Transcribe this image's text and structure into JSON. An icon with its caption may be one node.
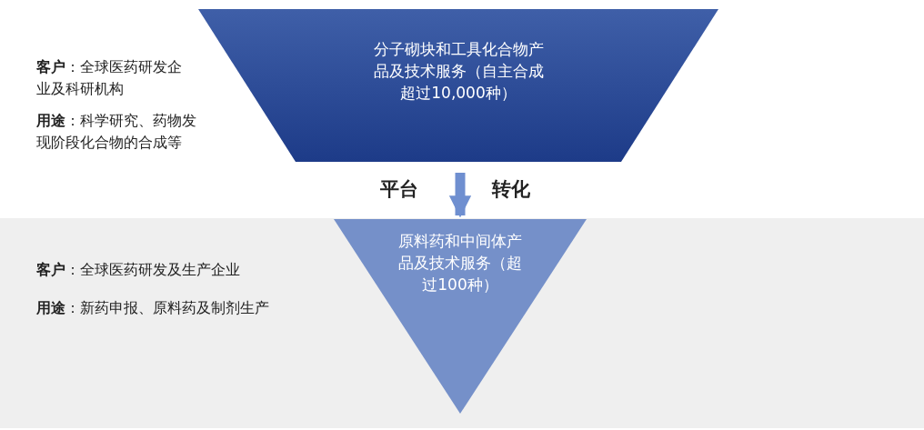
{
  "diagram": {
    "nodes": [
      {
        "text": [
          "分子砌块和工具化合物产品及技术服务（自主合成超过10,000种）"
        ]
      },
      {
        "text": [
          "原料药和中间体产品及技术服务（超过100种）"
        ]
      }
    ],
    "edges": [
      {
        "from": 0,
        "to": 1,
        "arrow": "to"
      }
    ],
    "labels": [
      "**客户**：全球医药研发企业及科研机构",
      "**用途**：科学研究、药物发现阶段化合物的合成等",
      "平台",
      "转化",
      "**客户**：全球医药研发及生产企业",
      "**用途**：新药申报、原料药及制剂生产"
    ]
  }
}
